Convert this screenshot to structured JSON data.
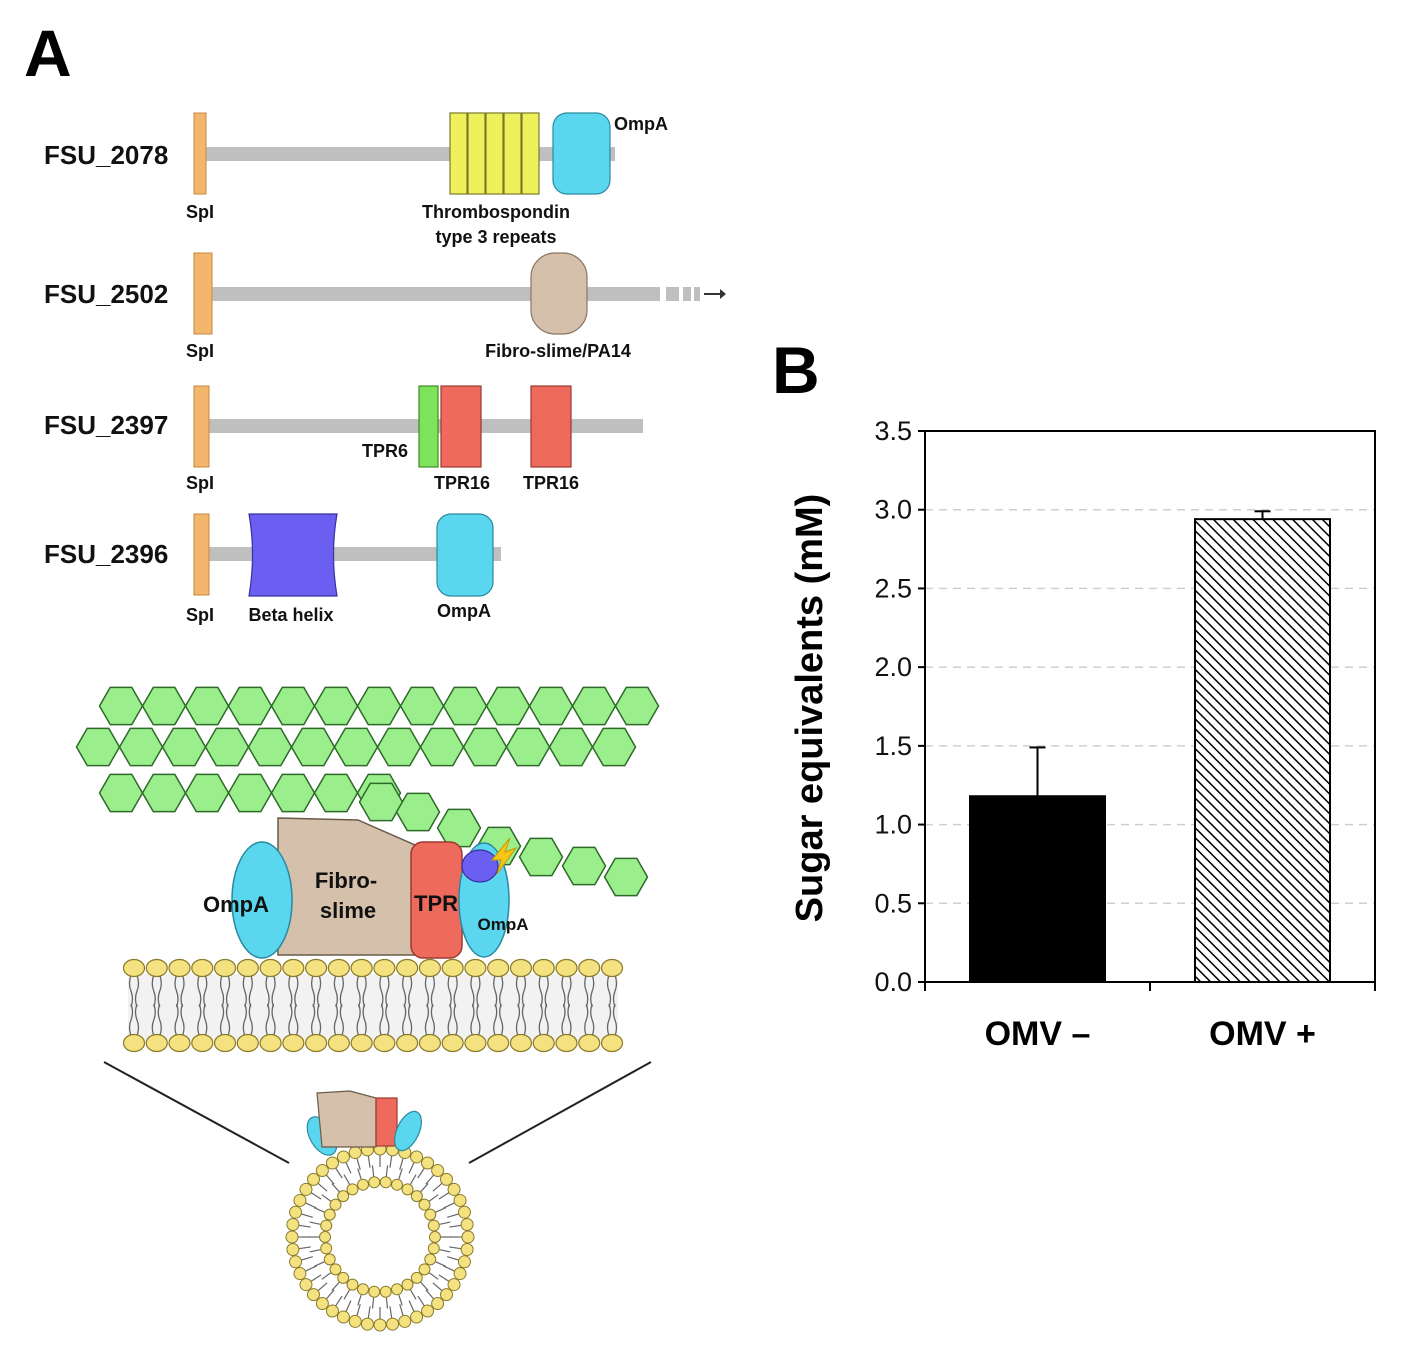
{
  "panels": {
    "a": "A",
    "b": "B"
  },
  "proteins": [
    {
      "name": "FSU_2078",
      "spi": "SpI",
      "labels": [
        "OmpA",
        "Thrombospondin",
        "type 3 repeats"
      ]
    },
    {
      "name": "FSU_2502",
      "spi": "SpI",
      "labels": [
        "Fibro-slime/PA14"
      ]
    },
    {
      "name": "FSU_2397",
      "spi": "SpI",
      "labels": [
        "TPR6",
        "TPR16",
        "TPR16"
      ]
    },
    {
      "name": "FSU_2396",
      "spi": "SpI",
      "labels": [
        "Beta helix",
        "OmpA"
      ]
    }
  ],
  "model": {
    "ompa_left": "OmpA",
    "fibro_line1": "Fibro-",
    "fibro_line2": "slime",
    "tpr": "TPR",
    "ompa_right": "OmpA"
  },
  "colors": {
    "spi": "#f2b66d",
    "backbone": "#bfbfbf",
    "thrombospondin": "#eef15c",
    "ompa": "#5ad6ee",
    "fibroslime": "#d5c0ab",
    "tpr6": "#7ee35a",
    "tpr16": "#ee6a5c",
    "beta_helix": "#6a5ff0",
    "cellulose": "#9aee8c",
    "lipid_head": "#f3e27f"
  },
  "chart_data": {
    "type": "bar",
    "categories": [
      "OMV –",
      "OMV +"
    ],
    "values": [
      1.18,
      2.94
    ],
    "errors": [
      0.31,
      0.05
    ],
    "fills": [
      "solid-black",
      "diagonal-hatch"
    ],
    "ylabel": "Sugar equivalents (mM)",
    "ylim": [
      0,
      3.5
    ],
    "yticks": [
      "0.0",
      "0.5",
      "1.0",
      "1.5",
      "2.0",
      "2.5",
      "3.0",
      "3.5"
    ],
    "grid": "dashed horizontal"
  }
}
